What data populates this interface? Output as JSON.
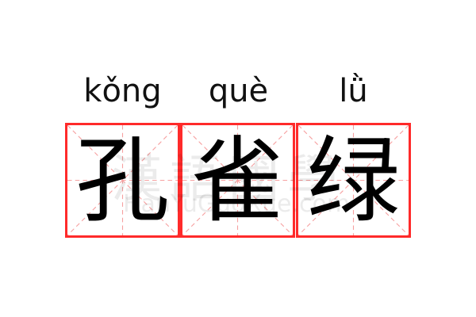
{
  "word": {
    "syllables": [
      {
        "pinyin": "kǒng",
        "char": "孔"
      },
      {
        "pinyin": "què",
        "char": "雀"
      },
      {
        "pinyin": "lǜ",
        "char": "绿"
      }
    ]
  },
  "watermark": {
    "chinese": "漢語國學",
    "site": "HanYuGuoXue.com"
  },
  "colors": {
    "border": "#ff2a2a",
    "guide": "#f7a0a0"
  }
}
